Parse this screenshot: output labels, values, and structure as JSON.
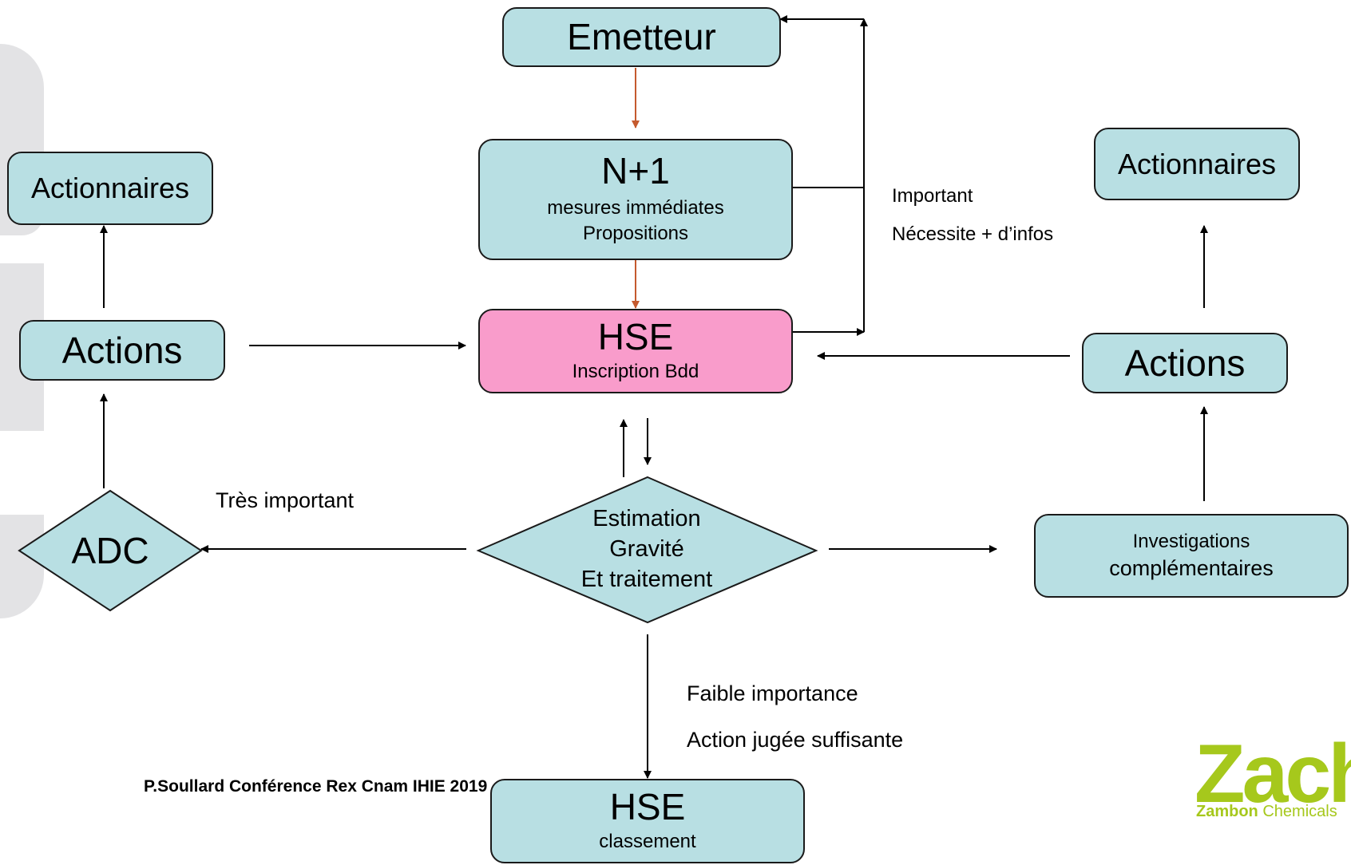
{
  "nodes": {
    "emetteur": {
      "title": "Emetteur"
    },
    "n1": {
      "title": "N+1",
      "line1": "mesures immédiates",
      "line2": "Propositions"
    },
    "hse": {
      "title": "HSE",
      "sub": "Inscription Bdd"
    },
    "hse_classement": {
      "title": "HSE",
      "sub": "classement"
    },
    "actionnaires_left": {
      "title": "Actionnaires"
    },
    "actions_left": {
      "title": "Actions"
    },
    "actionnaires_right": {
      "title": "Actionnaires"
    },
    "actions_right": {
      "title": "Actions"
    },
    "investigations": {
      "line1": "Investigations",
      "line2": "complémentaires"
    },
    "adc": {
      "title": "ADC"
    },
    "estimation": {
      "line1": "Estimation",
      "line2": "Gravité",
      "line3": "Et traitement"
    }
  },
  "labels": {
    "important": "Important",
    "necessite": "Nécessite + d’infos",
    "tres_important": "Très important",
    "faible": "Faible importance",
    "action_suffisante": "Action jugée suffisante"
  },
  "footer": {
    "credit": "P.Soullard Conférence  Rex Cnam IHIE 2019"
  },
  "logo": {
    "mark": "Zach",
    "brand_bold": "Zambon",
    "brand_rest": " Chemicals"
  },
  "colors": {
    "box_fill": "#b8dfe3",
    "hse_fill": "#f99ccb",
    "orange_arrow": "#c55a2e",
    "logo_green": "#a6c81c"
  }
}
